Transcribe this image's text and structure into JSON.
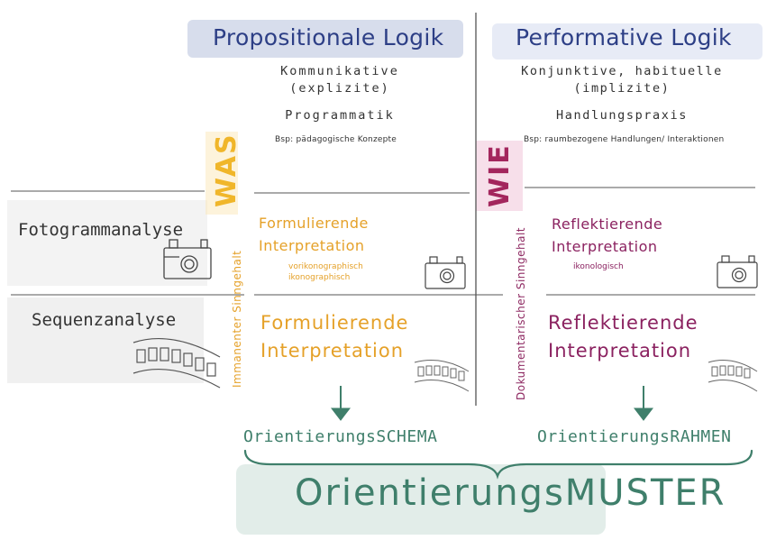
{
  "colors": {
    "blue_heading": "#2d3f86",
    "orange": "#e5a129",
    "purple": "#8b2260",
    "green": "#3f7f6b",
    "line": "#555555"
  },
  "headers": {
    "left": {
      "title": "Propositionale Logik",
      "line1": "Kommunikative",
      "line2": "(explizite)",
      "line3": "Programmatik",
      "example": "Bsp: pädagogische Konzepte"
    },
    "right": {
      "title": "Performative Logik",
      "line1": "Konjunktive, habituelle",
      "line2": "(implizite)",
      "line3": "Handlungspraxis",
      "example": "Bsp: raumbezogene Handlungen/ Interaktionen"
    }
  },
  "side_labels": {
    "was": "WAS",
    "wie": "WIE",
    "immanent": "Immanenter Sinngehalt",
    "dokumentarisch": "Dokumentarischer Sinngehalt"
  },
  "rows": {
    "fotogramm": "Fotogrammanalyse",
    "sequenz": "Sequenzanalyse"
  },
  "cells": {
    "foto_left": {
      "line1": "Formulierende",
      "line2": "Interpretation",
      "sub1": "vorikonographisch",
      "sub2": "ikonographisch"
    },
    "foto_right": {
      "line1": "Reflektierende",
      "line2": "Interpretation",
      "sub1": "ikonologisch"
    },
    "seq_left": {
      "line1": "Formulierende",
      "line2": "Interpretation"
    },
    "seq_right": {
      "line1": "Reflektierende",
      "line2": "Interpretation"
    }
  },
  "outcomes": {
    "schema": "OrientierungsSCHEMA",
    "rahmen": "OrientierungsRAHMEN",
    "muster": "OrientierungsMUSTER"
  },
  "icons": [
    "camera-icon",
    "film-strip-icon",
    "arrow-down-icon",
    "curly-brace-icon"
  ]
}
